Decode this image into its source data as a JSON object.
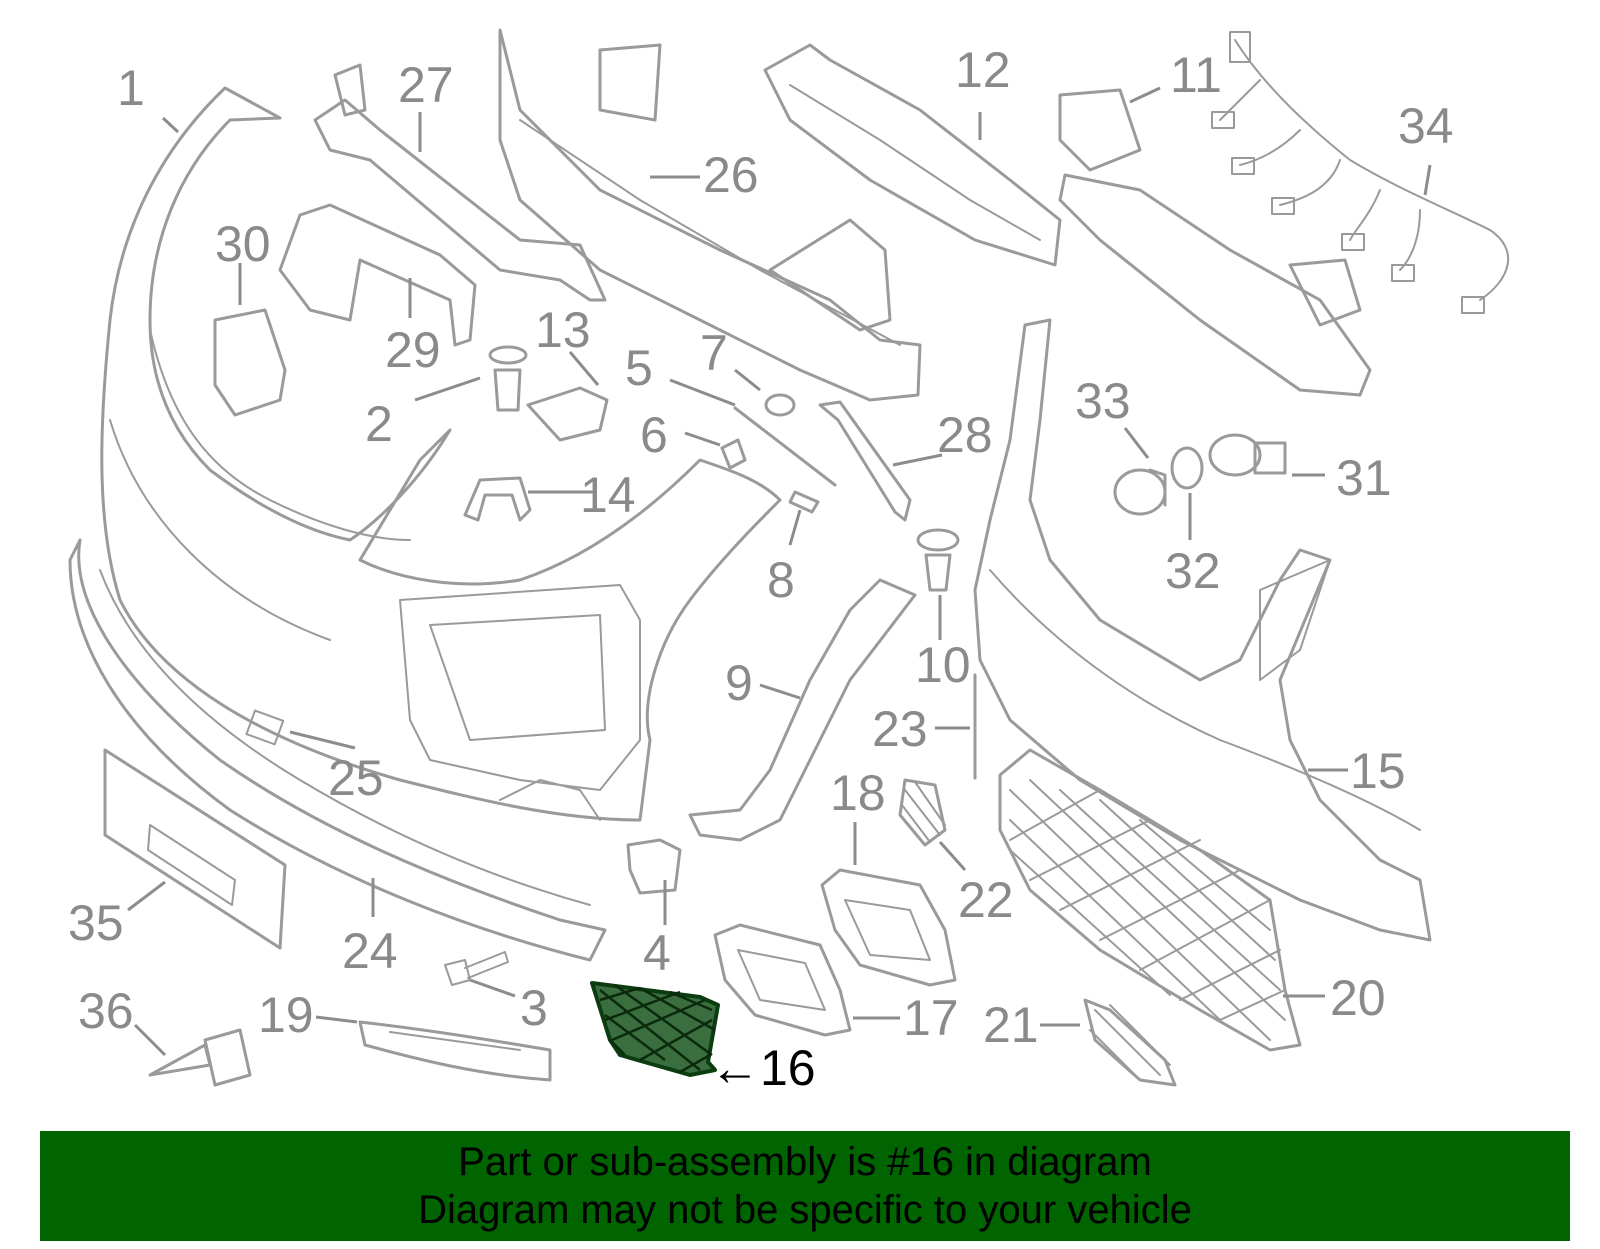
{
  "callouts": {
    "c1": "1",
    "c2": "2",
    "c3": "3",
    "c4": "4",
    "c5": "5",
    "c6": "6",
    "c7": "7",
    "c8": "8",
    "c9": "9",
    "c10": "10",
    "c11": "11",
    "c12": "12",
    "c13": "13",
    "c14": "14",
    "c15": "15",
    "c16": "←16",
    "c17": "17",
    "c18": "18",
    "c19": "19",
    "c20": "20",
    "c21": "21",
    "c22": "22",
    "c23": "23",
    "c24": "24",
    "c25": "25",
    "c26": "26",
    "c27": "27",
    "c28": "28",
    "c29": "29",
    "c30": "30",
    "c31": "31",
    "c32": "32",
    "c33": "33",
    "c34": "34",
    "c35": "35",
    "c36": "36"
  },
  "highlight": {
    "part_number": "16",
    "fill_color": "#3a6e3f",
    "outline_color": "#0b3d10"
  },
  "banner": {
    "line1": "Part or sub-assembly is #16 in diagram",
    "line2": "Diagram may not be specific to your vehicle",
    "background_color": "#006400",
    "text_color": "#000000"
  }
}
